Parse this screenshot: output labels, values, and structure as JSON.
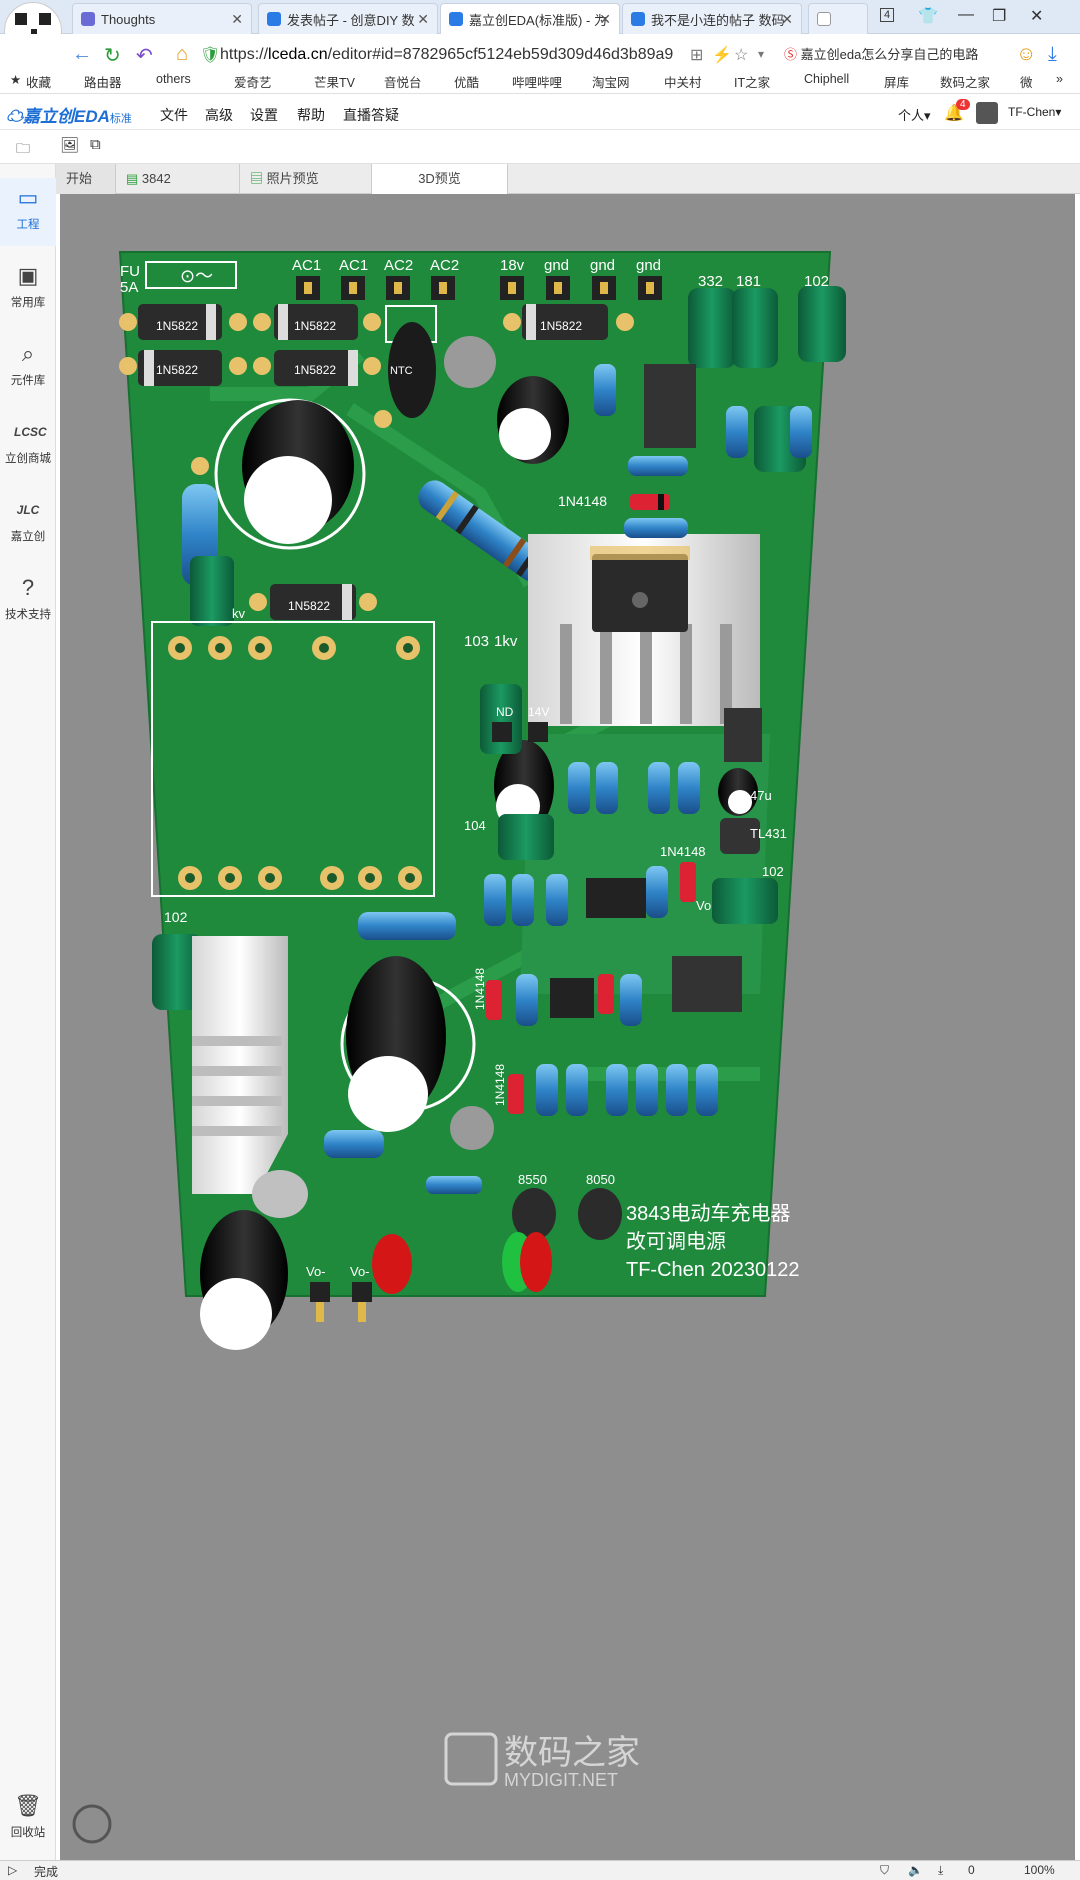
{
  "browser": {
    "tabs": [
      {
        "label": "Thoughts"
      },
      {
        "label": "发表帖子 - 创意DIY 数"
      },
      {
        "label": "嘉立创EDA(标准版) - 为"
      },
      {
        "label": "我不是小连的帖子 数码"
      }
    ],
    "tab_count": "4",
    "url_scheme": "https://",
    "url_host": "lceda.cn",
    "url_path": "/editor#id=8782965cf5124eb59d309d46d3b89a9",
    "search_text": "嘉立创eda怎么分享自己的电路"
  },
  "bookmarks": [
    {
      "label": "收藏"
    },
    {
      "label": "路由器"
    },
    {
      "label": "others"
    },
    {
      "label": "爱奇艺"
    },
    {
      "label": "芒果TV"
    },
    {
      "label": "音悦台"
    },
    {
      "label": "优酷"
    },
    {
      "label": "哔哩哔哩"
    },
    {
      "label": "淘宝网"
    },
    {
      "label": "中关村"
    },
    {
      "label": "IT之家"
    },
    {
      "label": "Chiphell"
    },
    {
      "label": "屏库"
    },
    {
      "label": "数码之家"
    },
    {
      "label": "微"
    }
  ],
  "app": {
    "logo": "嘉立创EDA",
    "edition": "标准",
    "menu": [
      "文件",
      "高级",
      "设置",
      "帮助",
      "直播答疑"
    ],
    "personal": "个人",
    "notify_count": "4",
    "user": "TF-Chen"
  },
  "sidebar": [
    {
      "label": "工程"
    },
    {
      "label": "常用库"
    },
    {
      "label": "元件库"
    },
    {
      "label": "立创商城"
    },
    {
      "label": "嘉立创"
    },
    {
      "label": "技术支持"
    },
    {
      "label": "回收站"
    }
  ],
  "doc_tabs": [
    {
      "label": "开始"
    },
    {
      "label": "3842"
    },
    {
      "label": "照片预览"
    },
    {
      "label": "3D预览"
    }
  ],
  "pcb": {
    "silk": {
      "fuse": "FU",
      "fuse_rating": "5A",
      "ac1a": "AC1",
      "ac1b": "AC1",
      "ac2a": "AC2",
      "ac2b": "AC2",
      "v18": "18v",
      "gnd1": "gnd",
      "gnd2": "gnd",
      "gnd3": "gnd",
      "c332": "332",
      "c181": "181",
      "c102a": "102",
      "d1": "1N5822",
      "d2": "1N5822",
      "d3": "1N5822",
      "d4": "1N5822",
      "d5": "1N5822",
      "d6": "1N5822",
      "ntc": "NTC",
      "d4148a": "1N4148",
      "d4148b": "1N4148",
      "d4148c": "1N4148",
      "d4148d": "1N4148",
      "kv1": "kv",
      "c103": "103",
      "kv2": "1kv",
      "nd": "ND",
      "v14": "14V",
      "c47u": "47u",
      "tl431": "TL431",
      "c104": "104",
      "c102b": "102",
      "c102c": "102",
      "q8550": "8550",
      "q8050": "8050",
      "vo1": "Vo-",
      "vo2": "Vo-",
      "vo3": "Vo",
      "title1": "3843电动车充电器",
      "title2": "改可调电源",
      "title3": "TF-Chen 20230122"
    }
  },
  "watermark": {
    "cn": "数码之家",
    "en": "MYDIGIT.NET"
  },
  "status": {
    "left": "完成",
    "zoom": "100%",
    "count": "0"
  },
  "colors": {
    "board": "#1f8a3c",
    "viewport": "#8e8e8e",
    "accent": "#1d6fd6"
  }
}
